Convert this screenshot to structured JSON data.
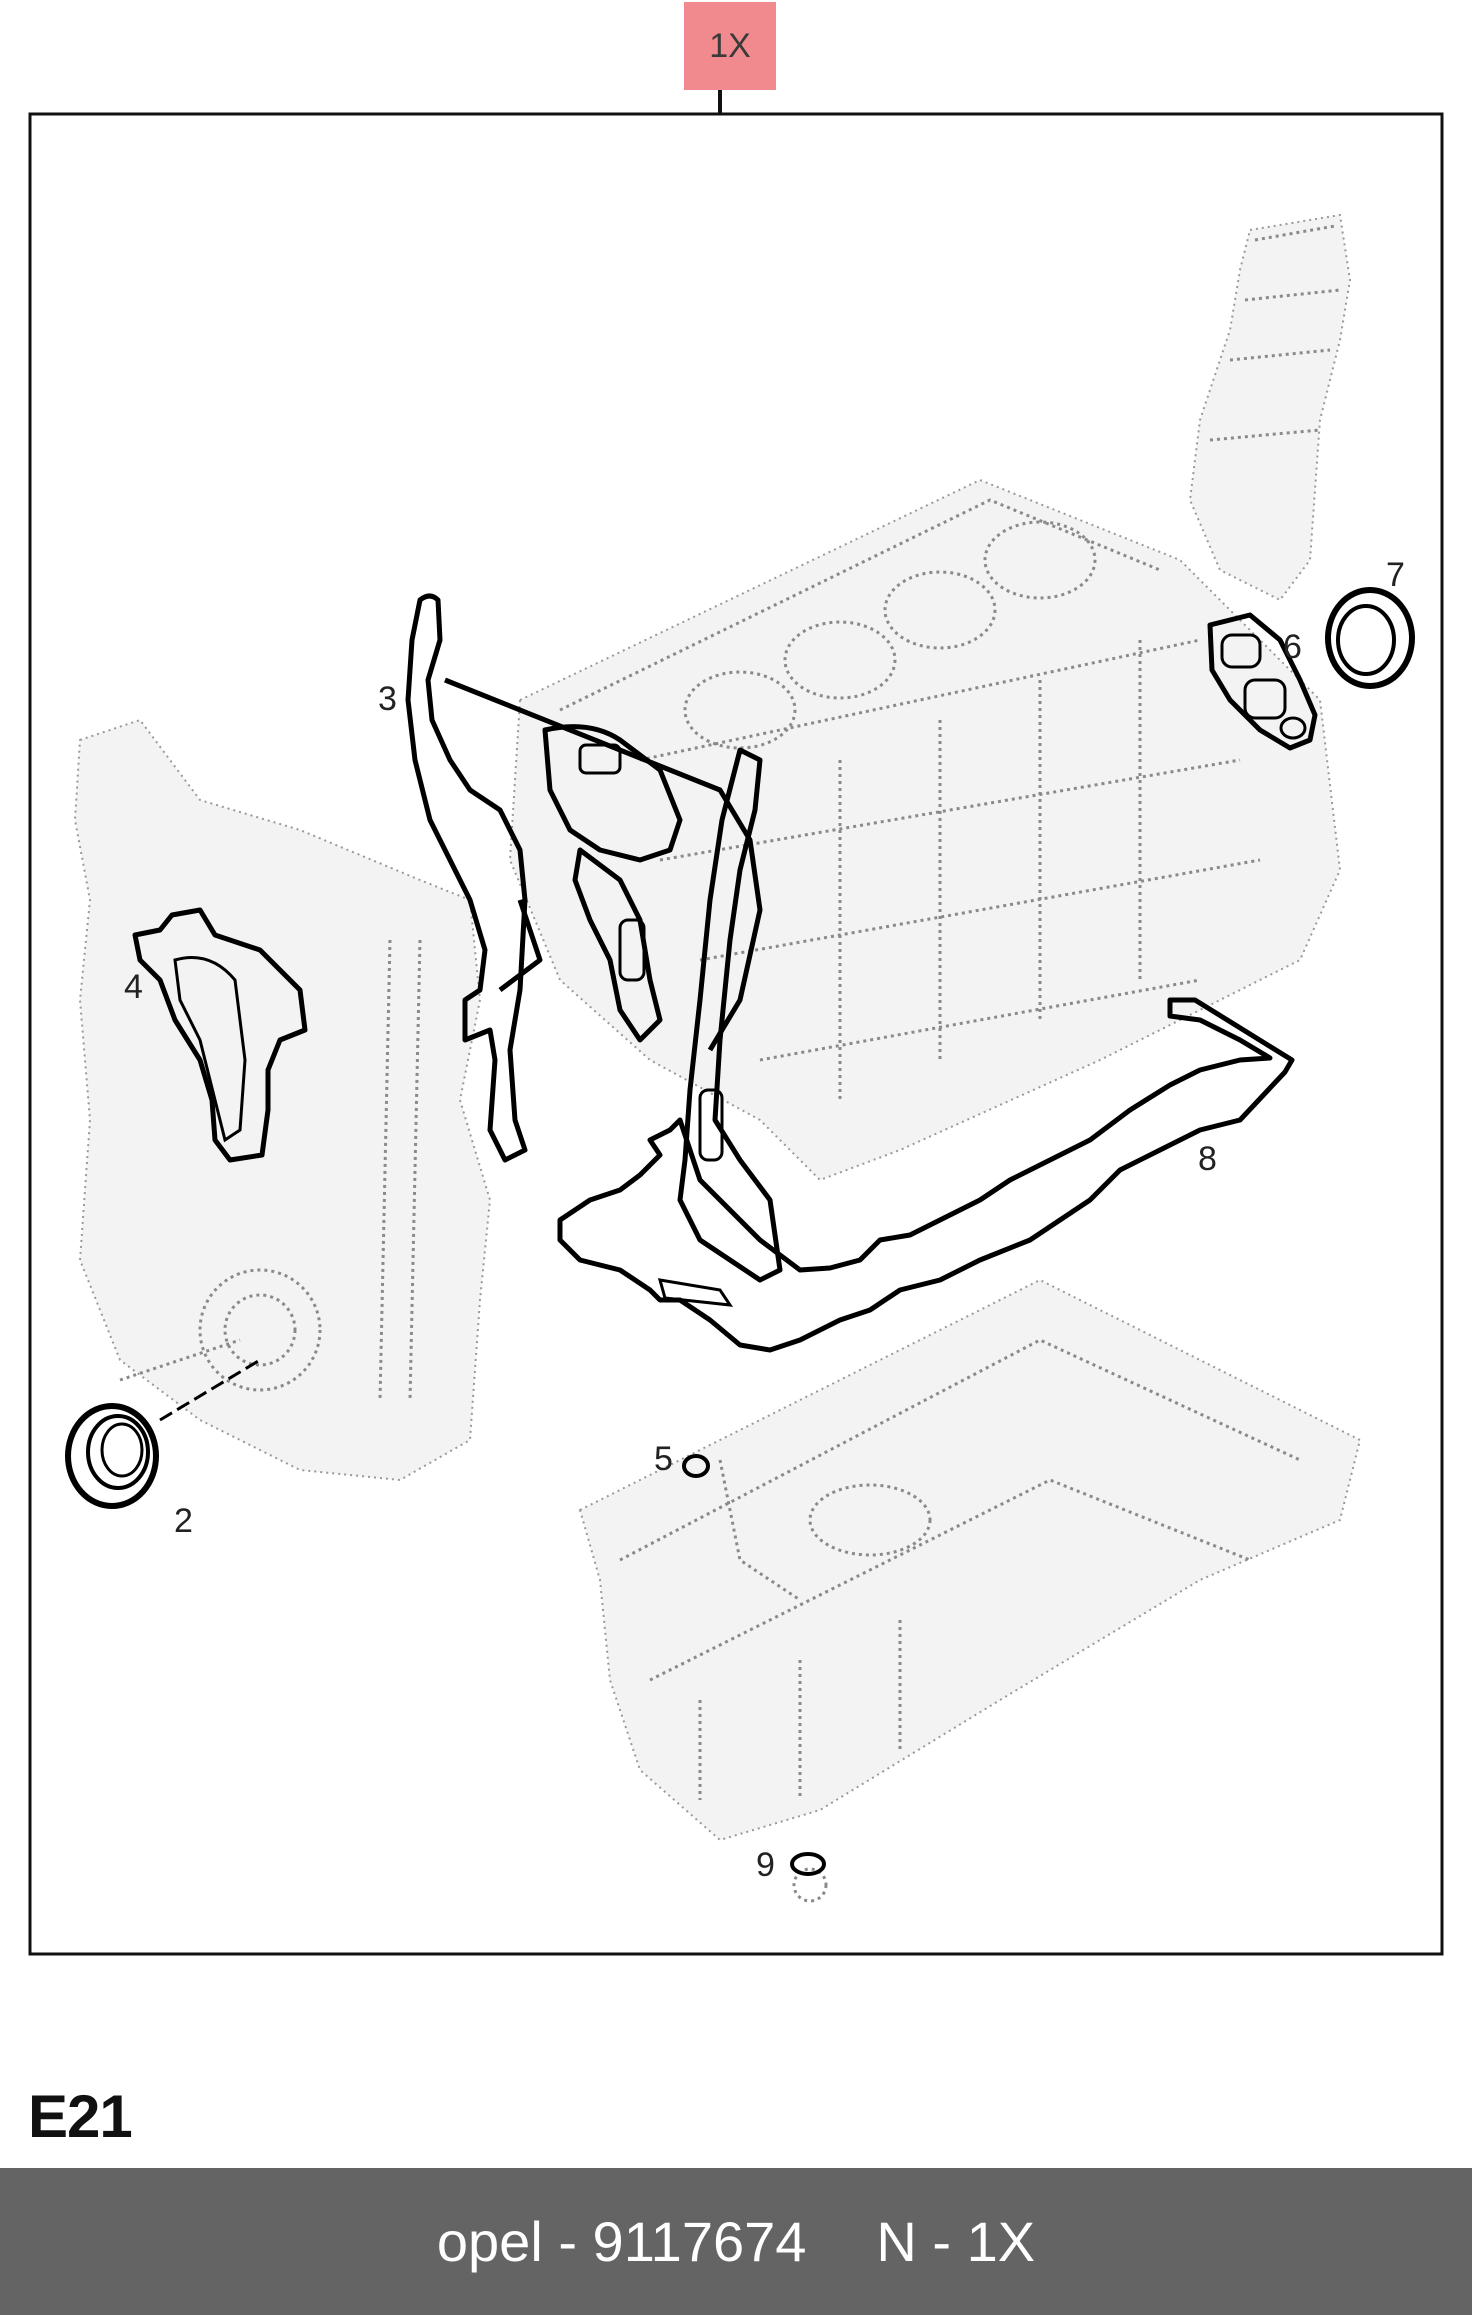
{
  "callout": {
    "label": "1X"
  },
  "diagram": {
    "part_labels": [
      "2",
      "3",
      "4",
      "5",
      "6",
      "7",
      "8",
      "9"
    ]
  },
  "page_code": "E21",
  "footer": {
    "brand": "opel",
    "dash": "-",
    "part_number": "9117674",
    "note": "N - 1X"
  },
  "colors": {
    "callout_bg": "#f08a8f",
    "footer_bg": "#646464",
    "footer_text": "#ffffff"
  }
}
